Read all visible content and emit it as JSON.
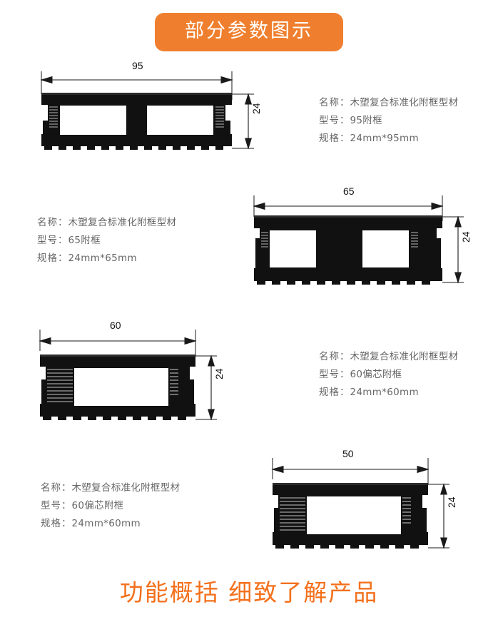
{
  "header": {
    "banner_text": "部分参数图示",
    "banner_color": "#ef7f2e",
    "banner_text_color": "#ffffff"
  },
  "footer": {
    "slogan": "功能概括 细致了解产品",
    "slogan_color": "#f4701c"
  },
  "labels": {
    "name_label": "名称：",
    "model_label": "型号：",
    "spec_label": "规格："
  },
  "products": [
    {
      "id": "profile-95",
      "name_value": "木塑复合标准化附框型材",
      "model_value": "95附框",
      "spec_value": "24mm*95mm",
      "width_dim": "95",
      "height_dim": "24",
      "cavities": 2,
      "drawing_side": "left",
      "text_side": "right"
    },
    {
      "id": "profile-65",
      "name_value": "木塑复合标准化附框型材",
      "model_value": "65附框",
      "spec_value": "24mm*65mm",
      "width_dim": "65",
      "height_dim": "24",
      "cavities": 2,
      "drawing_side": "right",
      "text_side": "left"
    },
    {
      "id": "profile-60",
      "name_value": "木塑复合标准化附框型材",
      "model_value": "60偏芯附框",
      "spec_value": "24mm*60mm",
      "width_dim": "60",
      "height_dim": "24",
      "cavities": 1,
      "drawing_side": "left",
      "text_side": "right"
    },
    {
      "id": "profile-50",
      "name_value": "木塑复合标准化附框型材",
      "model_value": "60偏芯附框",
      "spec_value": "24mm*60mm",
      "width_dim": "50",
      "height_dim": "24",
      "cavities": 1,
      "drawing_side": "right",
      "text_side": "left"
    }
  ],
  "colors": {
    "profile_fill": "#111111",
    "cavity_fill": "#ffffff",
    "dimension_line": "#1a1a1a",
    "background": "#ffffff",
    "spec_text": "#676767"
  }
}
